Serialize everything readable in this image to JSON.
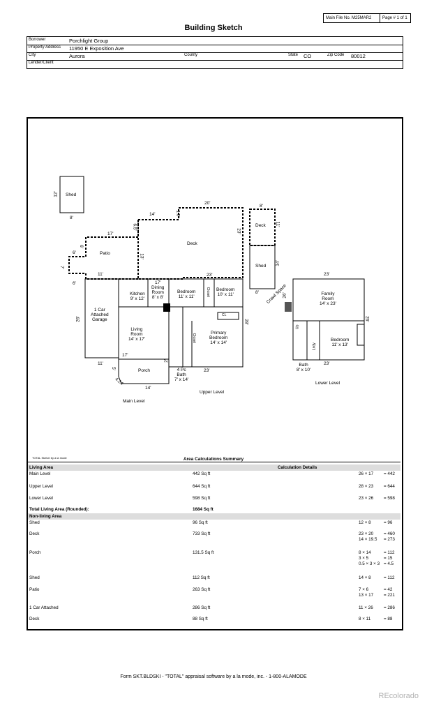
{
  "header": {
    "main_file": "Main File No. M25MAR2",
    "page": "Page # 1 of 1",
    "title": "Building Sketch",
    "borrower_label": "Borrower",
    "borrower": "Porchlight Group",
    "property_label": "Property Address",
    "property": "11950 E Exposition Ave",
    "city_label": "City",
    "city": "Aurora",
    "county_label": "County",
    "state_label": "State",
    "state": "CO",
    "zip_label": "Zip Code",
    "zip": "80012",
    "lender_label": "Lender/Client"
  },
  "sketch": {
    "shed1": "Shed",
    "shed1_w": "8'",
    "shed1_h": "12'",
    "patio": "Patio",
    "patio_17": "17'",
    "patio_65": "6.5'",
    "patio_6a": "6'",
    "patio_6b": "6'",
    "patio_6c": "6'",
    "patio_7": "7'",
    "patio_11": "11'",
    "deck": "Deck",
    "deck_14": "14'",
    "deck_20": "20'",
    "deck_15": "1.5'",
    "deck_23v": "23'",
    "deck_13": "13'",
    "deck_23h": "23'",
    "deck2": "Deck",
    "deck2_8": "8'",
    "deck2_11": "11'",
    "shed2": "Shed",
    "shed2_14": "14'",
    "shed2_8": "8'",
    "kitchen": "Kitchen",
    "kitchen_dim": "9' x 12'",
    "dining": "Dining",
    "dining2": "Room",
    "dining_dim": "8' x 8'",
    "dining_17": "17'",
    "garage": "1 Car",
    "garage2": "Attached",
    "garage3": "Garage",
    "garage_26": "26'",
    "garage_11": "11'",
    "living": "Living",
    "living2": "Room",
    "living_dim": "14' x 17'",
    "living_17": "17'",
    "porch": "Porch",
    "porch_5": "5'",
    "porch_2": "2'",
    "porch_42": "4.24'",
    "porch_14": "14'",
    "bed1": "Bedroom",
    "bed1_dim": "11' x 11'",
    "bed2": "Bedroom",
    "bed2_dim": "10' x 11'",
    "closet": "Closet",
    "closet2": "Closet",
    "cl": "CL",
    "primary": "Primary",
    "primary2": "Bedroom",
    "primary_dim": "14' x 14'",
    "bath4": "4 Pc",
    "bath4b": "Bath",
    "bath4_dim": "7' x 14'",
    "upper_28": "28'",
    "upper_23": "23'",
    "main_level": "Main Level",
    "upper_level": "Upper Level",
    "lower_level": "Lower Level",
    "crawl": "Crawl Space",
    "crawl_26": "26'",
    "family": "Family",
    "family2": "Room",
    "family_dim": "14' x 23'",
    "lower_23t": "23'",
    "lower_26": "26'",
    "lower_23b": "23'",
    "bed3": "Bedroom",
    "bed3_dim": "11' x 13'",
    "lndy": "Lndy",
    "up": "Up",
    "bath_l": "Bath",
    "bath_l_dim": "8' x 10'",
    "total_sketch": "TOTAL Sketch by a la mode"
  },
  "summary": {
    "title": "Area Calculations Summary",
    "living_area": "Living Area",
    "calc_details": "Calculation Details",
    "total_label": "Total Living Area (Rounded):",
    "total_value": "1684 Sq ft",
    "nonliving": "Non-living Area",
    "living_rows": [
      {
        "name": "Main Level",
        "area": "442 Sq ft",
        "calc": [
          "26 × 17"
        ],
        "res": [
          "= 442"
        ]
      },
      {
        "name": "Upper Level",
        "area": "644 Sq ft",
        "calc": [
          "28 × 23"
        ],
        "res": [
          "= 644"
        ]
      },
      {
        "name": "Lower Level",
        "area": "598 Sq ft",
        "calc": [
          "23 × 26"
        ],
        "res": [
          "= 598"
        ]
      }
    ],
    "nonliving_rows": [
      {
        "name": "Shed",
        "area": "96 Sq ft",
        "calc": [
          "12 × 8"
        ],
        "res": [
          "= 96"
        ]
      },
      {
        "name": "Deck",
        "area": "733 Sq ft",
        "calc": [
          "23 × 20",
          "14 × 19.5"
        ],
        "res": [
          "= 460",
          "= 273"
        ]
      },
      {
        "name": "Porch",
        "area": "131.5 Sq ft",
        "calc": [
          "8 × 14",
          "3 × 5",
          "0.5 × 3 × 3"
        ],
        "res": [
          "= 112",
          "= 15",
          "= 4.5"
        ]
      },
      {
        "name": "Shed",
        "area": "112 Sq ft",
        "calc": [
          "14 × 8"
        ],
        "res": [
          "= 112"
        ]
      },
      {
        "name": "Patio",
        "area": "263 Sq ft",
        "calc": [
          "7 × 6",
          "13 × 17"
        ],
        "res": [
          "= 42",
          "= 221"
        ]
      },
      {
        "name": "1 Car Attached",
        "area": "286 Sq ft",
        "calc": [
          "11 × 26"
        ],
        "res": [
          "= 286"
        ]
      },
      {
        "name": "Deck",
        "area": "88 Sq ft",
        "calc": [
          "8 × 11"
        ],
        "res": [
          "= 88"
        ]
      }
    ]
  },
  "footer": "Form SKT.BLDSKI - \"TOTAL\" appraisal software by a la mode, inc. - 1-800-ALAMODE",
  "watermark": "REcolorado"
}
